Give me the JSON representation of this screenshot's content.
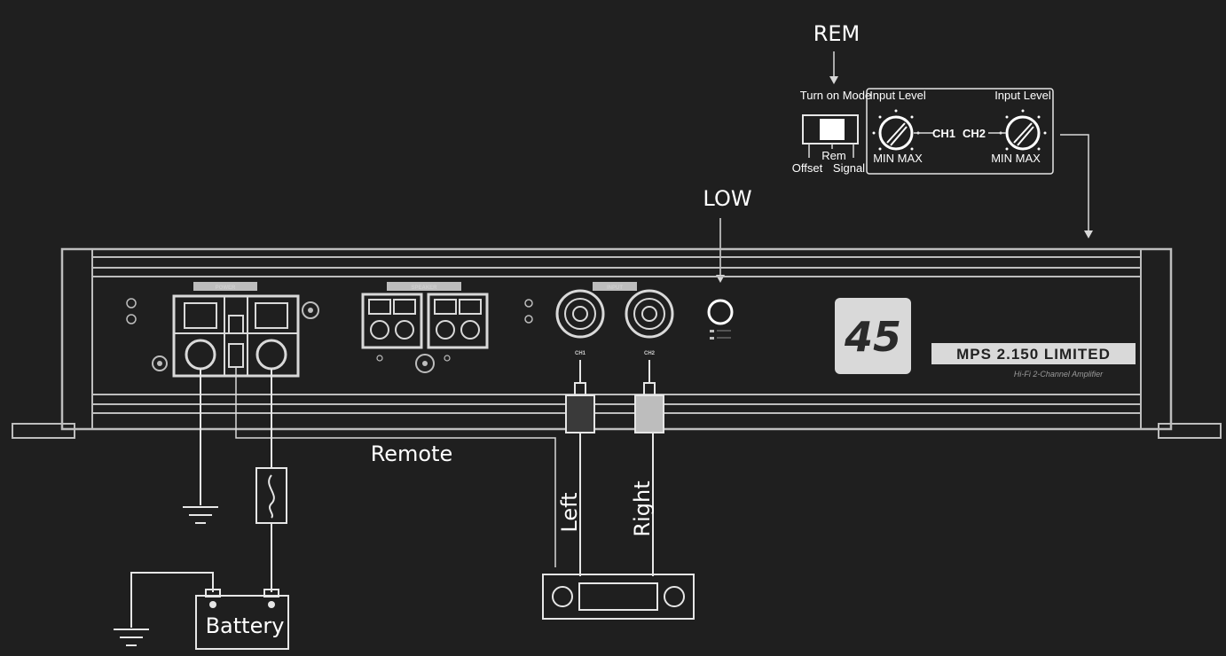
{
  "labels": {
    "rem": "REM",
    "low": "LOW",
    "remote": "Remote",
    "left": "Left",
    "right": "Right",
    "battery": "Battery"
  },
  "control_panel": {
    "turn_on_mode": "Turn on Mode",
    "rem": "Rem",
    "offset": "Offset",
    "signal": "Signal",
    "input_level_1": "Input Level",
    "input_level_2": "Input Level",
    "min_max_1": "MIN MAX",
    "min_max_2": "MIN MAX",
    "ch1": "CH1",
    "ch2": "CH2"
  },
  "amplifier": {
    "power": "POWER",
    "speaker": "SPEAKER",
    "input": "INPUT",
    "ch1": "CH1",
    "ch2": "CH2",
    "brand_logo": "45",
    "model": "MPS 2.150 LIMITED",
    "subtitle": "Hi-Fi 2-Channel Amplifier"
  },
  "colors": {
    "background": "#1f1f1f",
    "line": "#e6e6e6",
    "panel": "#d9d9d9",
    "left_plug": "#3a3a3a",
    "right_plug": "#bdbdbd"
  }
}
